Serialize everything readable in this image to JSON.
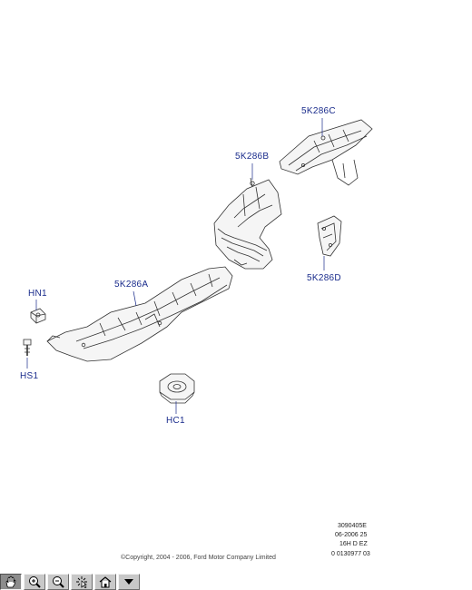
{
  "callouts": {
    "c5k286c": "5K286C",
    "c5k286b": "5K286B",
    "c5k286a": "5K286A",
    "c5k286d": "5K286D",
    "hn1": "HN1",
    "hs1": "HS1",
    "hc1": "HC1"
  },
  "reference": {
    "line1": "3090405E",
    "line2": "06-2006 25",
    "line3": "16H D EZ",
    "line4": "0 0130977 03"
  },
  "copyright": "©Copyright, 2004 - 2006, Ford Motor Company Limited",
  "toolbar": {
    "buttons": [
      {
        "icon": "pan-hand-icon",
        "active": true
      },
      {
        "icon": "zoom-in-icon",
        "active": false
      },
      {
        "icon": "zoom-out-icon",
        "active": false
      },
      {
        "icon": "select-pointer-icon",
        "active": false
      },
      {
        "icon": "home-icon",
        "active": false
      },
      {
        "icon": "dropdown-arrow-icon",
        "active": false
      }
    ]
  },
  "colors": {
    "callout": "#1a2c8c",
    "part_fill": "#f4f4f4",
    "part_stroke": "#333333",
    "toolbar_bg": "#c8c8c8"
  }
}
